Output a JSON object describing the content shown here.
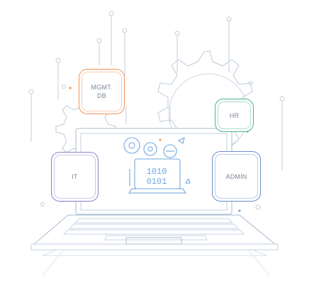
{
  "nodes": {
    "mgmt": {
      "label": "MGMT.\nDB",
      "color": "#f19356"
    },
    "hr": {
      "label": "HR",
      "color": "#4cb38e"
    },
    "it": {
      "label": "IT",
      "color": "#8f7fc8"
    },
    "admin": {
      "label": "ADMIN",
      "color": "#6a8fc8"
    }
  },
  "screen": {
    "binary_line_1": "1010",
    "binary_line_2": "0101"
  },
  "colors": {
    "line": "#b4c3d3",
    "accent_blue": "#6fa5e0",
    "dot_orange": "#f19356"
  },
  "icons": [
    "gears-icon",
    "rocket-icon",
    "code-brackets-icon",
    "laptop-icon"
  ]
}
